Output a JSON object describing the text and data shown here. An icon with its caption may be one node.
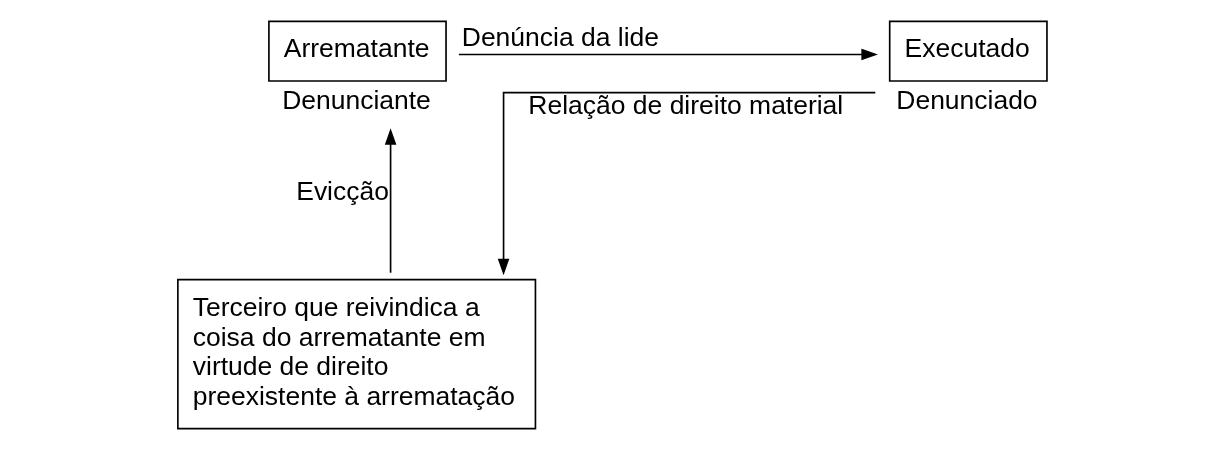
{
  "diagram": {
    "nodes": [
      {
        "text": [
          "Arrematante"
        ],
        "beside": [
          "Denunciante"
        ]
      },
      {
        "text": [
          "Executado"
        ],
        "beside": [
          "Denunciado"
        ]
      },
      {
        "text": [
          "Terceiro que reivindica a coisa do arrematante em virtude de direito preexistente à arrematação"
        ]
      }
    ],
    "edges": [
      {
        "from": 0,
        "to": 1,
        "arrow": "to",
        "label": "Denúncia da lide"
      },
      {
        "from": 2,
        "to": 0,
        "arrow": "to",
        "label": "Evicção"
      },
      {
        "from": 1,
        "to": 2,
        "arrow": "to",
        "label": "Relação de direito material"
      }
    ]
  }
}
